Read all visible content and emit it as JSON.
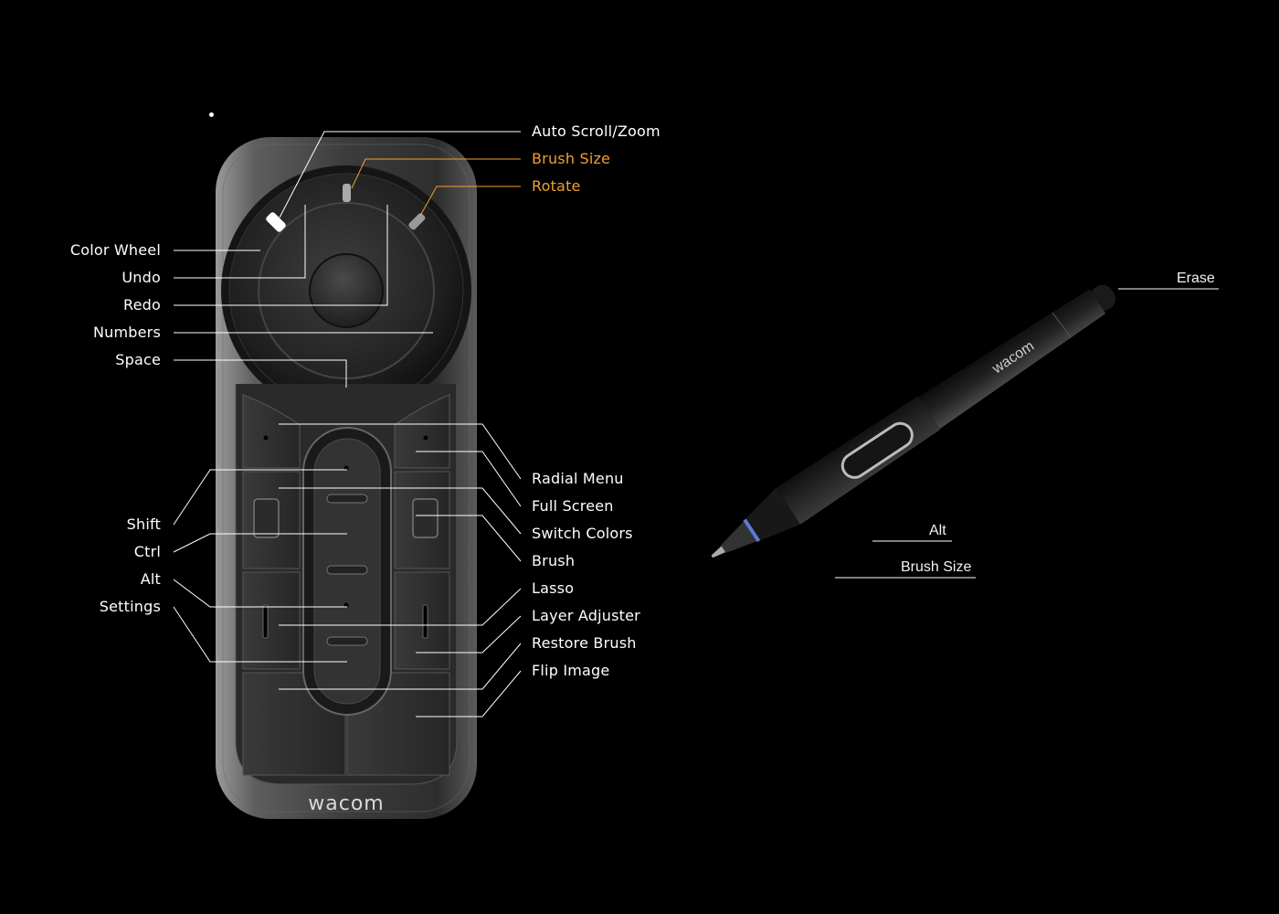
{
  "remote": {
    "brand": "wacom",
    "left_labels": {
      "color_wheel": "Color Wheel",
      "undo": "Undo",
      "redo": "Redo",
      "numbers": "Numbers",
      "space": "Space",
      "shift": "Shift",
      "ctrl": "Ctrl",
      "alt": "Alt",
      "settings": "Settings"
    },
    "right_labels": {
      "auto_scroll_zoom": "Auto Scroll/Zoom",
      "brush_size": "Brush Size",
      "rotate": "Rotate",
      "radial_menu": "Radial Menu",
      "full_screen": "Full Screen",
      "switch_colors": "Switch Colors",
      "brush": "Brush",
      "lasso": "Lasso",
      "layer_adjuster": "Layer Adjuster",
      "restore_brush": "Restore Brush",
      "flip_image": "Flip Image"
    }
  },
  "pen": {
    "brand": "wacom",
    "labels": {
      "erase": "Erase",
      "alt": "Alt",
      "brush_size": "Brush Size"
    }
  },
  "colors": {
    "background": "#000000",
    "label_text": "#ffffff",
    "highlight": "#f0a030",
    "leader_line": "#ffffff",
    "pen_ring": "#5b7bd5"
  }
}
